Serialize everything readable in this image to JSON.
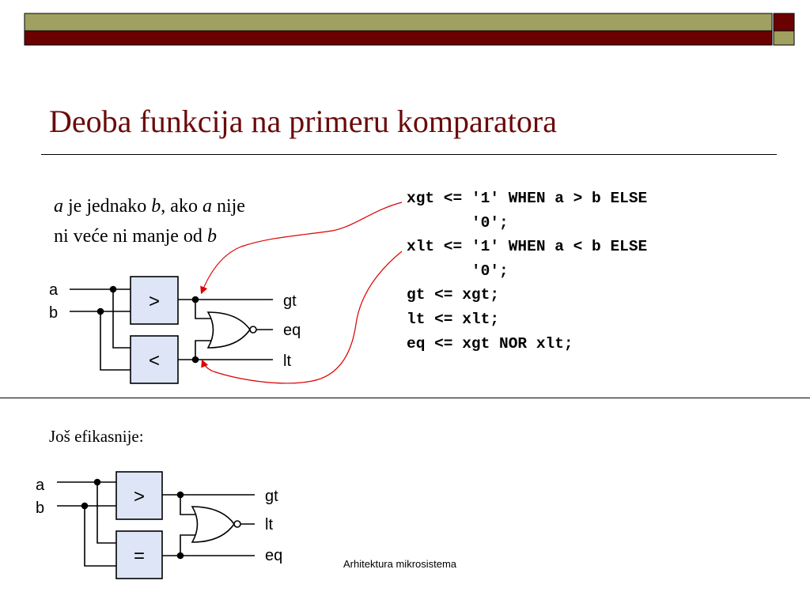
{
  "slide": {
    "title": "Deoba funkcija na primeru komparatora",
    "description": {
      "line1_a": "a",
      "line1_b": " je jednako ",
      "line1_c": "b",
      "line1_d": ", ako ",
      "line1_e": "a",
      "line1_f": " nije",
      "line2_a": "ni veće ni manje od ",
      "line2_b": "b"
    },
    "code_lines": [
      "xgt <= '1' WHEN a > b ELSE",
      "       '0';",
      "xlt <= '1' WHEN a < b ELSE",
      "       '0';",
      "gt <= xgt;",
      "lt <= xlt;",
      "eq <= xgt NOR xlt;"
    ],
    "subheading": "Još efikasnije:",
    "footer": "Arhitektura mikrosistema"
  },
  "colors": {
    "title": "#6b0a0a",
    "bar_dark": "#6b0000",
    "bar_olive": "#a0a060",
    "block_fill": "#dde5f7",
    "arrow": "#dd0000"
  },
  "diagram1": {
    "input_a": "a",
    "input_b": "b",
    "block_top": ">",
    "block_bottom": "<",
    "out1": "gt",
    "out2": "eq",
    "out3": "lt"
  },
  "diagram2": {
    "input_a": "a",
    "input_b": "b",
    "block_top": ">",
    "block_bottom": "=",
    "out1": "gt",
    "out2": "lt",
    "out3": "eq"
  }
}
